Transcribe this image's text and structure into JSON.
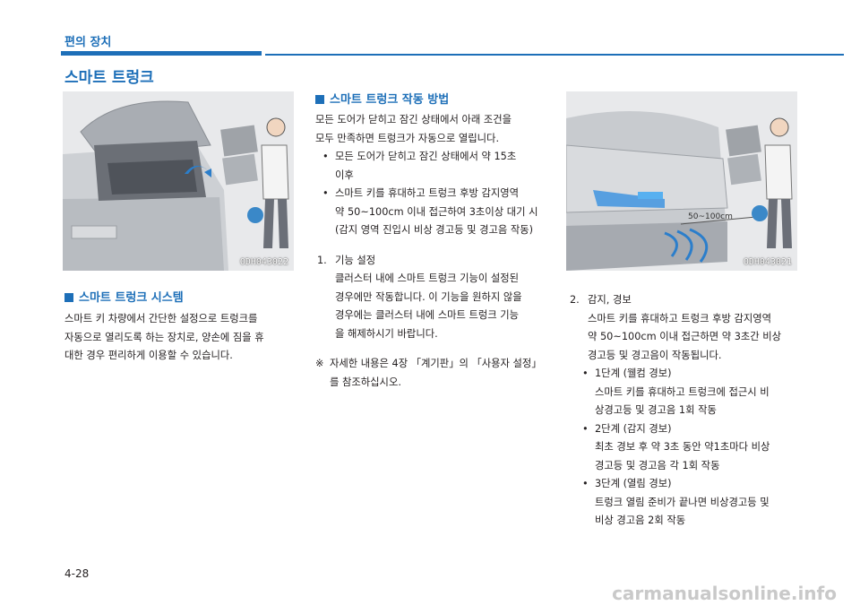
{
  "header": {
    "section": "편의 장치"
  },
  "page_title": "스마트 트렁크",
  "image1": {
    "code": "ODH043022"
  },
  "image2": {
    "code": "ODH043021",
    "range_label": "50~100cm"
  },
  "system": {
    "heading": "스마트 트렁크 시스템",
    "lines": [
      "스마트 키 차량에서 간단한 설정으로 트렁크를",
      "자동으로 열리도록 하는 장치로, 양손에 짐을 휴",
      "대한 경우 편리하게 이용할 수 있습니다."
    ]
  },
  "operation": {
    "heading": "스마트 트렁크 작동 방법",
    "intro": [
      "모든 도어가 닫히고 잠긴 상태에서 아래 조건을",
      "모두 만족하면 트렁크가 자동으로 열립니다."
    ],
    "bullet1": [
      "모든 도어가 닫히고 잠긴 상태에서 약 15초",
      "이후"
    ],
    "bullet2": [
      "스마트 키를 휴대하고 트렁크 후방 감지영역",
      "약 50~100cm 이내 접근하여 3초이상 대기 시",
      "(감지 영역 진입시 비상 경고등 및 경고음 작동)"
    ],
    "item1_num": "1.",
    "item1_title": "기능 설정",
    "item1_lines": [
      "클러스터 내에 스마트 트렁크 기능이 설정된",
      "경우에만 작동합니다. 이 기능을 원하지 않을",
      "경우에는 클러스터 내에 스마트 트렁크 기능",
      "을 해제하시기 바랍니다."
    ],
    "note_mark": "※",
    "note_lines": [
      "자세한 내용은 4장 「계기판」의 「사용자 설정」",
      "를 참조하십시오."
    ]
  },
  "detection": {
    "num": "2.",
    "title": "감지, 경보",
    "lines": [
      "스마트 키를 휴대하고 트렁크 후방 감지영역",
      "약 50~100cm 이내 접근하면 약 3초간 비상",
      "경고등 및 경고음이 작동됩니다."
    ],
    "stage1_title": "1단계 (웰컴 경보)",
    "stage1_lines": [
      "스마트 키를 휴대하고 트렁크에 접근시 비",
      "상경고등 및 경고음 1회 작동"
    ],
    "stage2_title": "2단계 (감지 경보)",
    "stage2_lines": [
      "최초 경보 후 약 3초 동안 약1초마다 비상",
      "경고등 및 경고음 각 1회 작동"
    ],
    "stage3_title": "3단계 (열림 경보)",
    "stage3_lines": [
      "트렁크 열림 준비가 끝나면 비상경고등 및",
      "비상 경고음 2회 작동"
    ]
  },
  "page_number": "4-28",
  "watermark": "carmanualsonline.info"
}
